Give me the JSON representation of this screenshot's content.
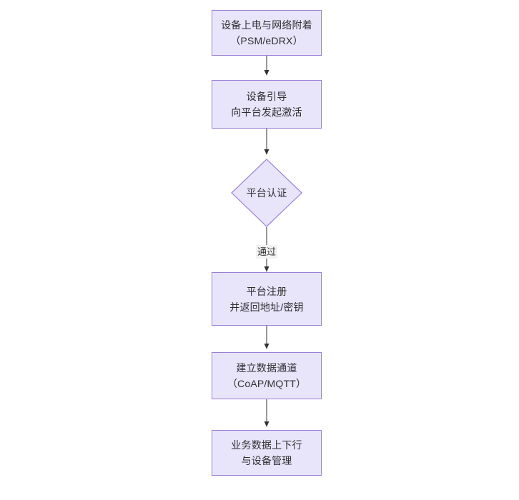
{
  "diagram": {
    "type": "flowchart",
    "orientation": "top-to-bottom",
    "background_color": "#ffffff",
    "node_fill_color": "#e8e4fa",
    "node_border_color": "#9a7fd6",
    "text_color": "#2f2f33",
    "edge_color": "#333333",
    "nodes": [
      {
        "id": "n1",
        "shape": "rect",
        "label": "设备上电与网络附着\n（PSM/eDRX）",
        "line1": "设备上电与网络附着",
        "line2": "（PSM/eDRX）"
      },
      {
        "id": "n2",
        "shape": "rect",
        "label": "设备引导\n向平台发起激活",
        "line1": "设备引导",
        "line2": "向平台发起激活"
      },
      {
        "id": "n3",
        "shape": "diamond",
        "label": "平台认证",
        "line1": "平台认证",
        "line2": ""
      },
      {
        "id": "n4",
        "shape": "rect",
        "label": "平台注册\n并返回地址/密钥",
        "line1": "平台注册",
        "line2": "并返回地址/密钥"
      },
      {
        "id": "n5",
        "shape": "rect",
        "label": "建立数据通道\n（CoAP/MQTT）",
        "line1": "建立数据通道",
        "line2": "（CoAP/MQTT）"
      },
      {
        "id": "n6",
        "shape": "rect",
        "label": "业务数据上下行\n与设备管理",
        "line1": "业务数据上下行",
        "line2": "与设备管理"
      }
    ],
    "edges": [
      {
        "id": "e1",
        "from": "n1",
        "to": "n2",
        "label": ""
      },
      {
        "id": "e2",
        "from": "n2",
        "to": "n3",
        "label": ""
      },
      {
        "id": "e3",
        "from": "n3",
        "to": "n4",
        "label": "通过"
      },
      {
        "id": "e4",
        "from": "n4",
        "to": "n5",
        "label": ""
      },
      {
        "id": "e5",
        "from": "n5",
        "to": "n6",
        "label": ""
      }
    ]
  }
}
